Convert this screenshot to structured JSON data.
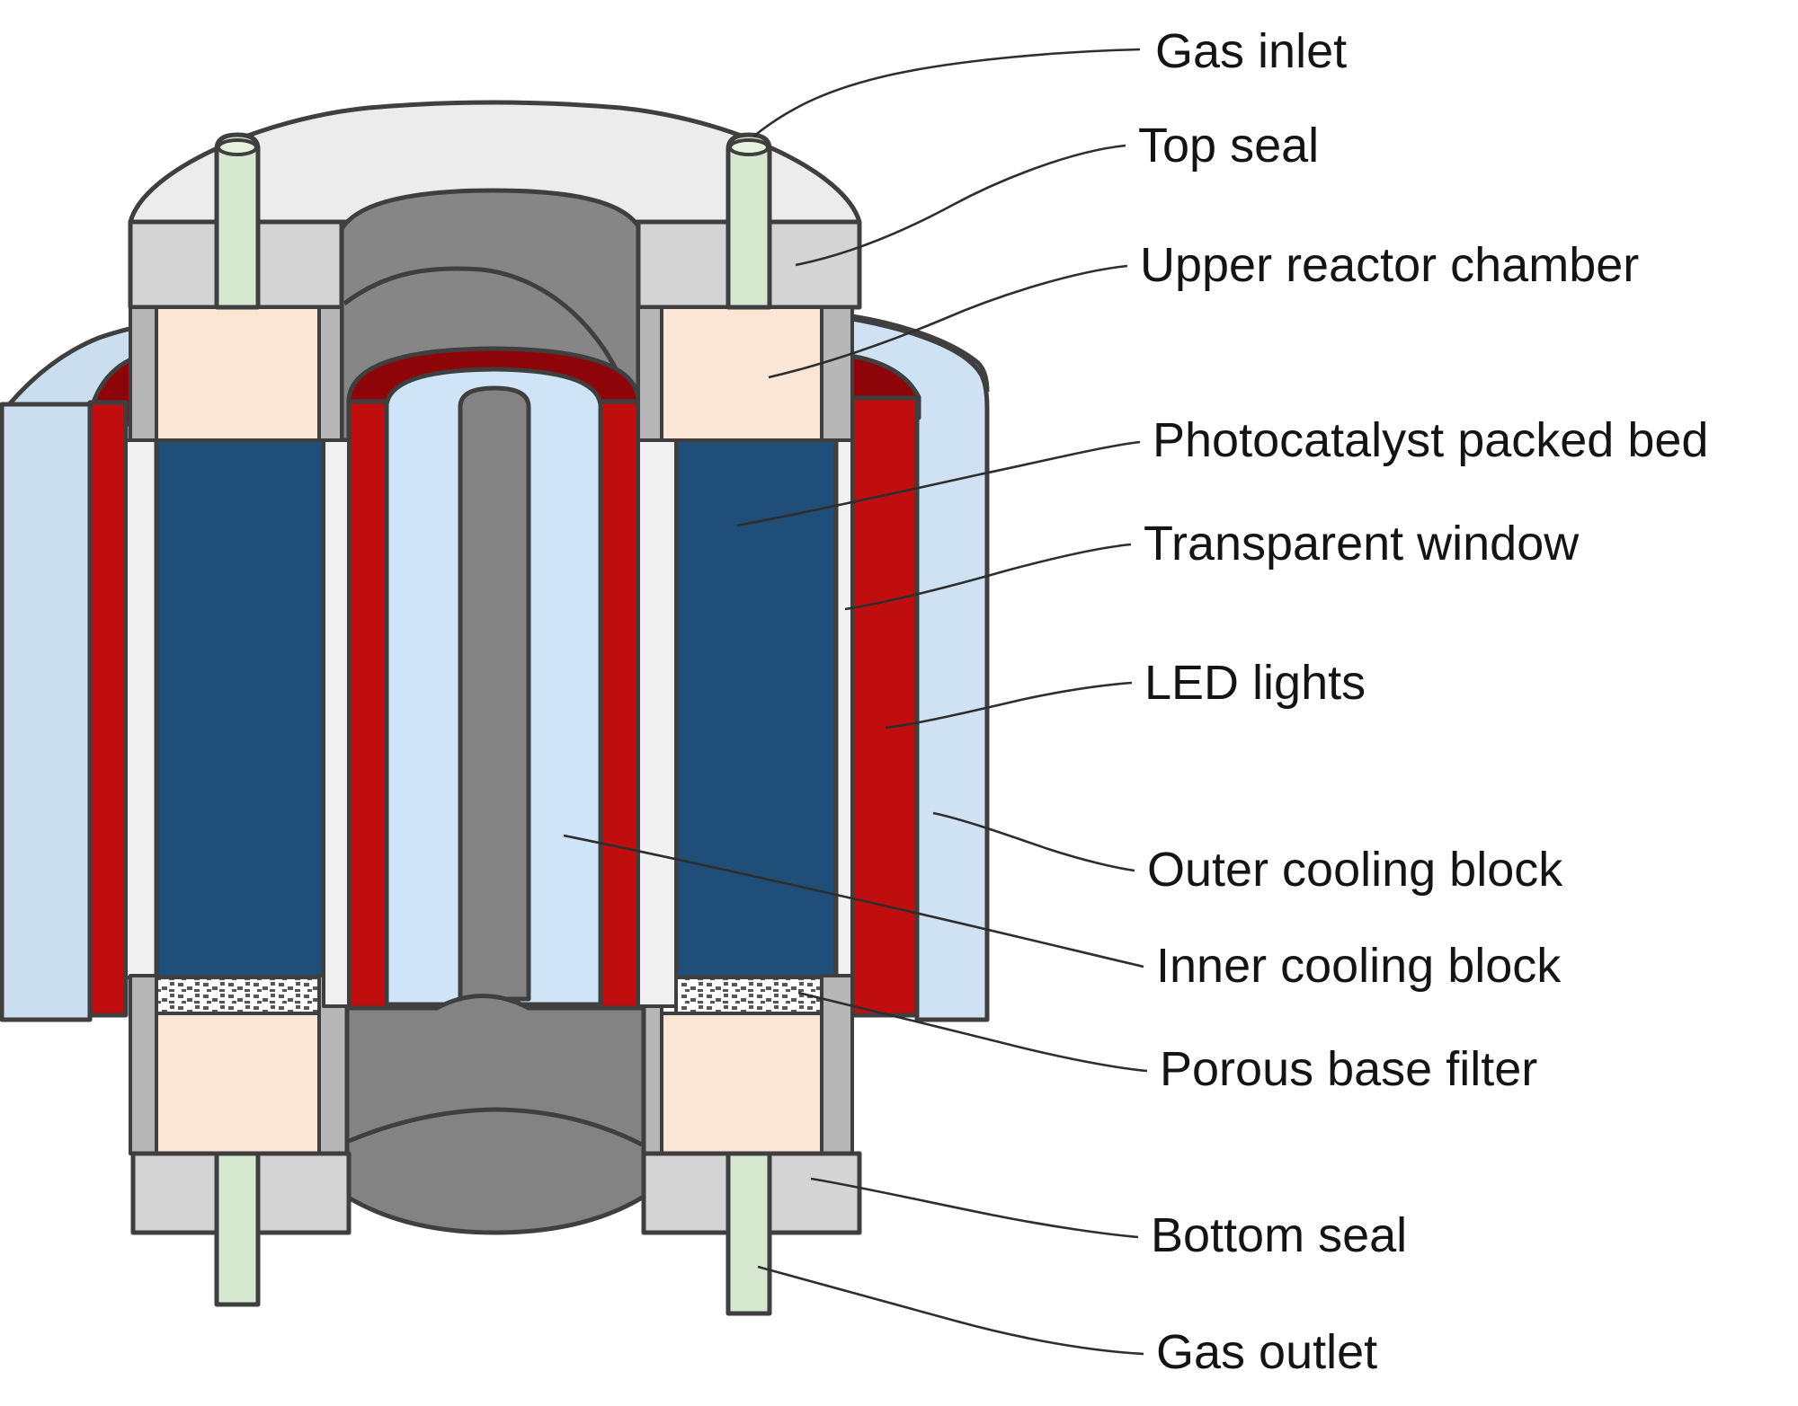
{
  "figure": {
    "kind": "technical-diagram",
    "subject": "Photocatalytic packed-bed reactor cutaway cross-section",
    "background": "#ffffff"
  },
  "labels": [
    {
      "id": "gas-inlet",
      "text": "Gas inlet"
    },
    {
      "id": "top-seal",
      "text": "Top seal"
    },
    {
      "id": "upper-reactor-chamber",
      "text": "Upper reactor chamber"
    },
    {
      "id": "photocatalyst-packed-bed",
      "text": "Photocatalyst packed bed"
    },
    {
      "id": "transparent-window",
      "text": "Transparent window"
    },
    {
      "id": "led-lights",
      "text": "LED lights"
    },
    {
      "id": "outer-cooling-block",
      "text": "Outer cooling block"
    },
    {
      "id": "inner-cooling-block",
      "text": "Inner cooling block"
    },
    {
      "id": "porous-base-filter",
      "text": "Porous base filter"
    },
    {
      "id": "bottom-seal",
      "text": "Bottom seal"
    },
    {
      "id": "gas-outlet",
      "text": "Gas outlet"
    }
  ],
  "colors": {
    "outline": "#3f3f3f",
    "leader_line": "#2e2e2e",
    "top_cap": "#ececec",
    "seal_band": "#d4d4d4",
    "chamber_wall": "#b7b7b7",
    "reactor_chamber_beige": "#fbe5d5",
    "packed_bed_navy": "#1f4e79",
    "led_red": "#c00d0d",
    "led_dark_red": "#8e0509",
    "outer_cooling_blue": "#cbdeef",
    "inner_cooling_blue": "#cfe4f7",
    "inner_block_gray": "#868686",
    "gas_tube_green": "#d7e8d0",
    "gas_tube_top": "#e8f2e1",
    "window_white": "#f1f1f1",
    "porous_speck": "#565656",
    "text": "#141414"
  }
}
